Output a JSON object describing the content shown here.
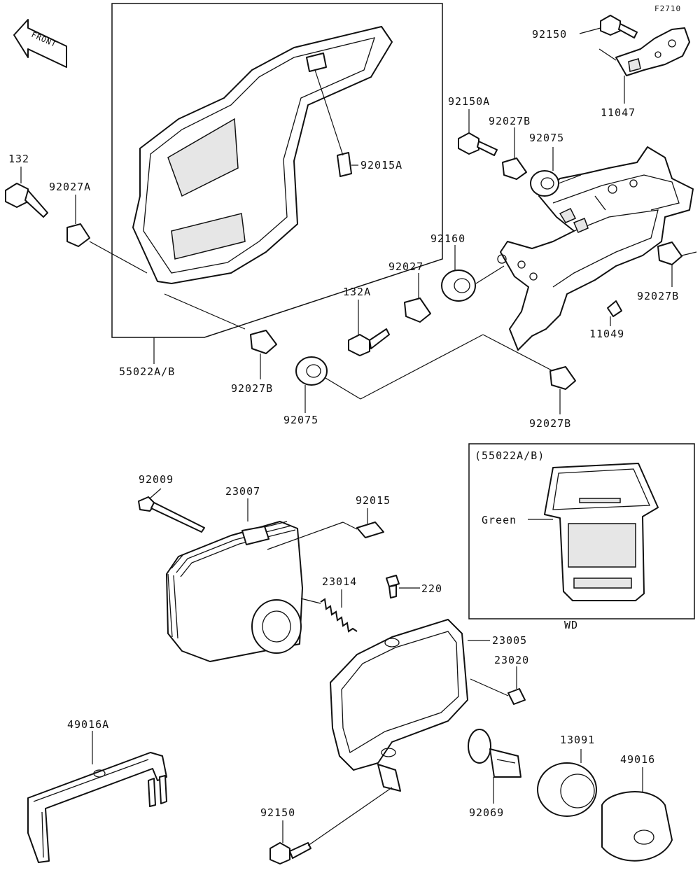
{
  "figure_code": "F2710",
  "front_arrow_label": "FRONT",
  "labels": {
    "p92150_top": "92150",
    "p11047": "11047",
    "p92150A": "92150A",
    "p92027B_a": "92027B",
    "p92075_a": "92075",
    "p132": "132",
    "p92027A": "92027A",
    "p92015A": "92015A",
    "p92160": "92160",
    "p92027": "92027",
    "p132A": "132A",
    "p92027B_b": "92027B",
    "p11049": "11049",
    "p55022AB": "55022A/B",
    "p92027B_c": "92027B",
    "p92075_b": "92075",
    "p92027B_d": "92027B",
    "p92009": "92009",
    "p23007": "23007",
    "p92015": "92015",
    "p23014": "23014",
    "p220": "220",
    "p23005": "23005",
    "p23020": "23020",
    "p49016A": "49016A",
    "p13091": "13091",
    "p49016": "49016",
    "p92150_bottom": "92150",
    "p92069": "92069"
  },
  "inset": {
    "title": "(55022A/B)",
    "color_label": "Green",
    "caption": "WD"
  }
}
